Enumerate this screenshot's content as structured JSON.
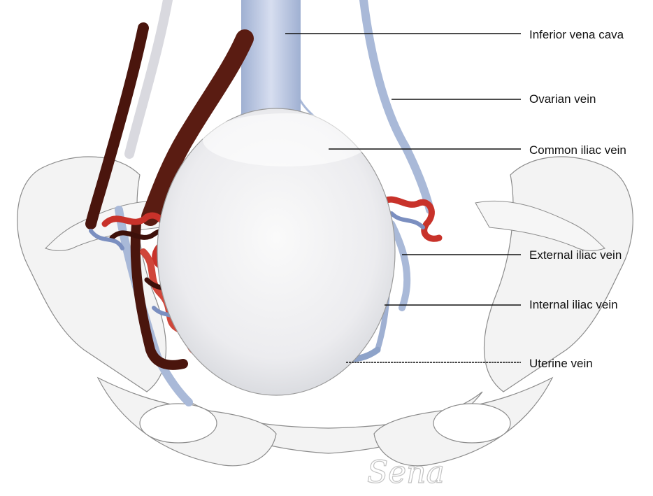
{
  "labels": {
    "inferior_vena_cava": "Inferior vena cava",
    "ovarian_vein": "Ovarian vein",
    "common_iliac_vein": "Common iliac vein",
    "external_iliac_vein": "External iliac vein",
    "internal_iliac_vein": "Internal iliac vein",
    "uterine_vein": "Uterine vein"
  },
  "signature": "Sena",
  "colors": {
    "vein_blue": "#a9b9d8",
    "varicose_brown": "#5a1c12",
    "artery_red": "#c8322a",
    "bone_white": "#f3f3f3",
    "uterus": "#e6e6e9"
  }
}
